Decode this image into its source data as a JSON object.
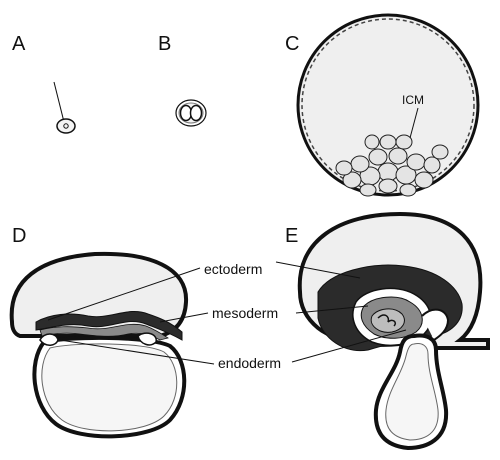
{
  "panels": {
    "a": {
      "letter": "A"
    },
    "b": {
      "letter": "B"
    },
    "c": {
      "letter": "C",
      "icm_label": "ICM"
    },
    "d": {
      "letter": "D"
    },
    "e": {
      "letter": "E"
    }
  },
  "labels": {
    "ectoderm": "ectoderm",
    "mesoderm": "mesoderm",
    "endoderm": "endoderm"
  },
  "colors": {
    "outline": "#111111",
    "cavity": "#efefef",
    "ectoderm": "#2b2b2b",
    "mesoderm": "#8a8a8a",
    "cell_fill": "#e6e6e6"
  }
}
